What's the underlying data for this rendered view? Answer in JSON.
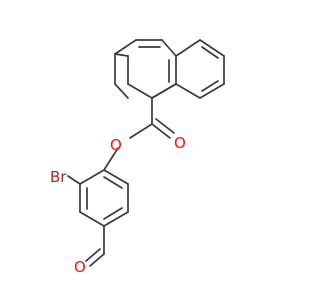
{
  "molecule": {
    "atoms": {
      "bromine": {
        "label": "Br",
        "color": "#a52a2a"
      },
      "ester_oxygen": {
        "label": "O",
        "color": "#ff0d0d"
      },
      "carbonyl_oxygen": {
        "label": "O",
        "color": "#ff0d0d"
      },
      "aldehyde_oxygen": {
        "label": "O",
        "color": "#ff0d0d"
      }
    },
    "bond_color": "#3a3a3a"
  }
}
